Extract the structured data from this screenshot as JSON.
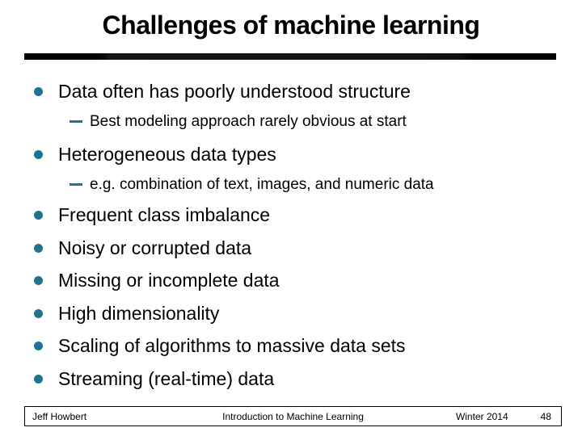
{
  "slide": {
    "title": "Challenges of machine learning",
    "content": {
      "items": [
        {
          "level": 1,
          "text": "Data often has poorly understood structure"
        },
        {
          "level": 2,
          "text": "Best modeling approach rarely obvious at start"
        },
        {
          "level": 1,
          "text": "Heterogeneous data types"
        },
        {
          "level": 2,
          "text": "e.g. combination of text, images, and numeric data"
        },
        {
          "level": 1,
          "text": "Frequent class imbalance"
        },
        {
          "level": 1,
          "text": "Noisy or corrupted data"
        },
        {
          "level": 1,
          "text": "Missing or incomplete data"
        },
        {
          "level": 1,
          "text": "High dimensionality"
        },
        {
          "level": 1,
          "text": "Scaling of algorithms to massive data sets"
        },
        {
          "level": 1,
          "text": "Streaming (real-time) data"
        }
      ]
    },
    "footer": {
      "author": "Jeff Howbert",
      "course": "Introduction to Machine Learning",
      "term": "Winter 2014",
      "page_number": "48"
    },
    "colors": {
      "bullet": "#1F7390",
      "text": "#000000",
      "divider": "#0a0a0a"
    }
  }
}
